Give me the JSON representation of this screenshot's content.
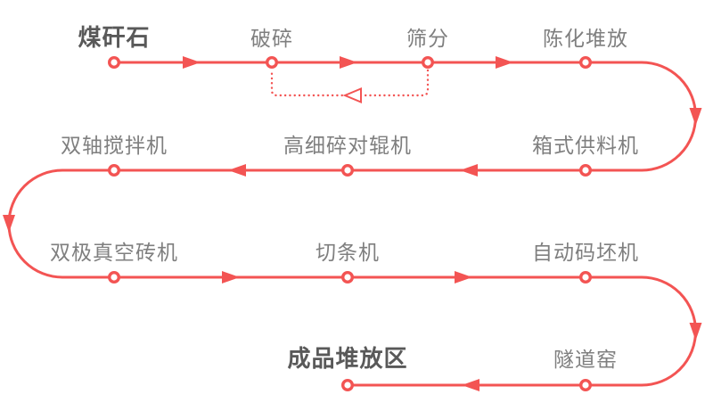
{
  "diagram": {
    "type": "process-flow",
    "subject": "煤矸石制砖生产工艺流程",
    "colors": {
      "accent_red": "#f35453",
      "label_gray": "#7f7f7f",
      "label_emphasis_gray": "#595959",
      "background": "#ffffff",
      "node_fill": "#ffffff"
    },
    "stages": {
      "coal_gangue": "煤矸石",
      "crushing": "破碎",
      "screening": "筛分",
      "aging_stockpile": "陈化堆放",
      "box_feeder": "箱式供料机",
      "fine_roller_crusher": "高细碎对辊机",
      "twin_shaft_mixer": "双轴搅拌机",
      "vacuum_brick_machine": "双极真空砖机",
      "strip_cutter": "切条机",
      "auto_stacker": "自动码坯机",
      "tunnel_kiln": "隧道窑",
      "finished_stockyard": "成品堆放区"
    },
    "flow_order": [
      "煤矸石",
      "破碎",
      "筛分",
      "陈化堆放",
      "箱式供料机",
      "高细碎对辊机",
      "双轴搅拌机",
      "双极真空砖机",
      "切条机",
      "自动码坯机",
      "隧道窑",
      "成品堆放区"
    ],
    "feedback_loop": {
      "from": "筛分",
      "to": "破碎",
      "line_style": "dotted"
    }
  }
}
